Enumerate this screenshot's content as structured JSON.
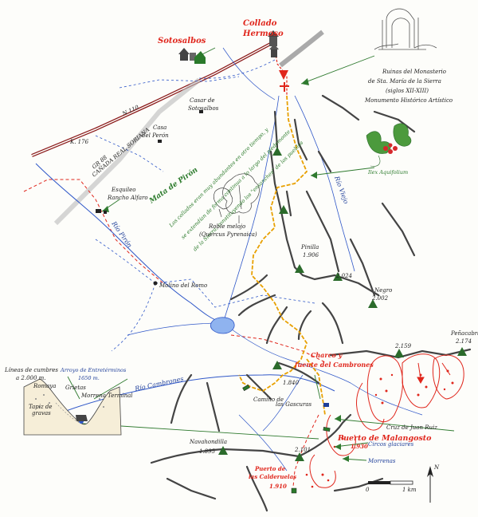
{
  "labels": {
    "sotosalbos": "Sotosalbos",
    "collado": "Collado",
    "hermoso": "Hermoso",
    "ruinas_1": "Ruinas del Monasterio",
    "ruinas_2": "de Sta. María de la Sierra",
    "ruinas_3": "(siglos XII-XIII)",
    "ruinas_4": "Monumento Histórico Artístico",
    "casar": "Casar de",
    "sotosalbos2": "Sotosalbos",
    "n110": "N 110",
    "k176": "K. 176",
    "gr88": "GR 88",
    "canada": "CAÑADA REAL SORIANA",
    "casa1": "Casa",
    "casa2": "del Perón",
    "esquileo1": "Esquileo",
    "esquileo2": "Rancho Alfaro",
    "mata": "Mata de Pirón",
    "rio_piron": "Río Pirón",
    "rio_viejo": "Río Viejo",
    "ilex": "Ilex Aquifolium",
    "roble1": "Roble melojo",
    "roble2": "(Quercus Pyrenaica)",
    "quote1": "Los collados eran muy abundantes en otro tiempo, y",
    "quote2": "se extendían de forma continua a lo largo del piedemonte",
    "quote3": "de la Sierra, constituyendo los \"ensanches\" de los pueblos",
    "pinilla_name": "Pinilla",
    "pinilla_alt": "1.906",
    "p2024": "2.024",
    "negro_name": "Negro",
    "negro_alt": "2.002",
    "molino": "Molino del Romo",
    "p2159": "2.159",
    "penacabra_name": "Peñacabra",
    "penacabra_alt": "2.174",
    "charco1": "Charco y",
    "charco2": "fuente del Cambrones",
    "p1840": "1.840",
    "rio_cambrones": "Río Cambrones",
    "camino1": "Camino de",
    "camino2": "las Gascuras",
    "lineas1": "Líneas de cumbres",
    "lineas2": "a 2.000 m.",
    "arroyo1": "Arroyo de Entretérminos",
    "arroyo2": "1650 m.",
    "romaya": "Romaya",
    "grietas": "Grietas",
    "morrena_terminal": "Morrena Terminal",
    "tapiz1": "Tapiz de",
    "tapiz2": "gravas",
    "cruz": "Cruz de Juan Ruiz",
    "puerto_mal": "Puerto de Malangosto",
    "p1930": "1.930",
    "circos": "Circos glaciares",
    "morrenas": "Morrenas",
    "navahondilla1": "Navahondilla",
    "navahondilla2": "1.895",
    "p2101": "2.101",
    "calderuelas1": "Puerto de",
    "calderuelas2": "las Calderuelas",
    "calderuelas3": "1.910",
    "scale0": "0",
    "scale1": "1 km",
    "north": "N"
  },
  "colors": {
    "road": "#8b1b1b",
    "river": "#2f57c8",
    "ridge": "#333333",
    "trail": "#e8a000",
    "path": "#e0261c",
    "peak": "#2b6b2b",
    "glacier": "#e0261c",
    "arrow": "#2f7a2f"
  }
}
